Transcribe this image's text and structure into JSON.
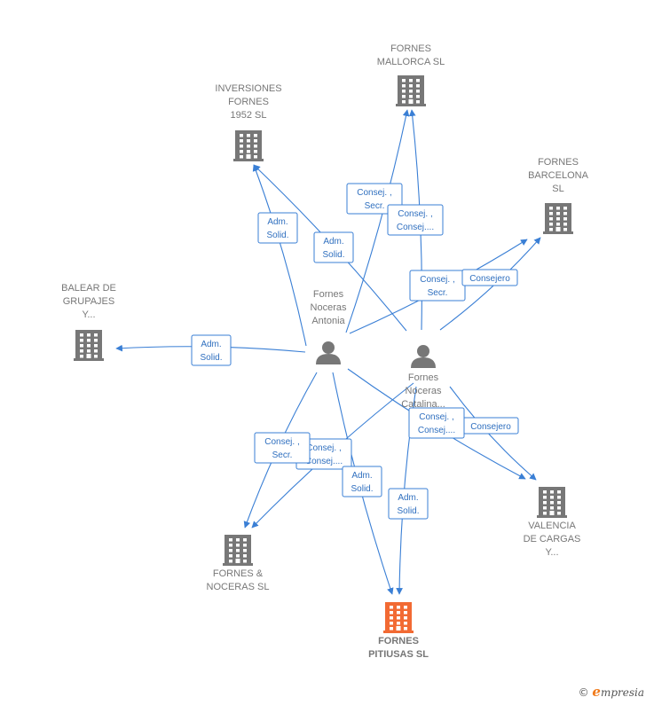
{
  "colors": {
    "edge": "#3a7fd5",
    "company": "#777777",
    "focus_company": "#f26a33",
    "person": "#777777"
  },
  "nodes": [
    {
      "id": "fornes_mallorca",
      "kind": "company",
      "label": [
        "FORNES",
        "MALLORCA  SL"
      ],
      "icon": "building-icon"
    },
    {
      "id": "inversiones",
      "kind": "company",
      "label": [
        "INVERSIONES",
        "FORNES",
        "1952  SL"
      ],
      "icon": "building-icon"
    },
    {
      "id": "fornes_barcelona",
      "kind": "company",
      "label": [
        "FORNES",
        "BARCELONA",
        "SL"
      ],
      "icon": "building-icon"
    },
    {
      "id": "balear",
      "kind": "company",
      "label": [
        "BALEAR DE",
        "GRUPAJES",
        "Y..."
      ],
      "icon": "building-icon"
    },
    {
      "id": "antonia",
      "kind": "person",
      "label": [
        "Fornes",
        "Noceras",
        "Antonia"
      ],
      "icon": "person-icon"
    },
    {
      "id": "catalina",
      "kind": "person",
      "label": [
        "Fornes",
        "Noceras",
        "Catalina..."
      ],
      "icon": "person-icon"
    },
    {
      "id": "valencia",
      "kind": "company",
      "label": [
        "VALENCIA",
        "DE CARGAS",
        "Y..."
      ],
      "icon": "building-icon"
    },
    {
      "id": "fornes_noceras",
      "kind": "company",
      "label": [
        "FORNES &",
        "NOCERAS SL"
      ],
      "icon": "building-icon"
    },
    {
      "id": "pitiusas",
      "kind": "company",
      "focus": true,
      "label": [
        "FORNES",
        "PITIUSAS  SL"
      ],
      "icon": "building-icon"
    }
  ],
  "edges": [
    {
      "from": "antonia",
      "to": "inversiones",
      "label": [
        "Adm.",
        "Solid."
      ]
    },
    {
      "from": "catalina",
      "to": "inversiones",
      "label": [
        "Adm.",
        "Solid."
      ]
    },
    {
      "from": "antonia",
      "to": "fornes_mallorca",
      "label": [
        "Consej. ,",
        "Secr."
      ]
    },
    {
      "from": "catalina",
      "to": "fornes_mallorca",
      "label": [
        "Consej. ,",
        "Consej...."
      ]
    },
    {
      "from": "antonia",
      "to": "fornes_barcelona",
      "label": [
        "Consej. ,",
        "Secr."
      ]
    },
    {
      "from": "catalina",
      "to": "fornes_barcelona",
      "label": [
        "Consejero"
      ]
    },
    {
      "from": "antonia",
      "to": "balear",
      "label": [
        "Adm.",
        "Solid."
      ]
    },
    {
      "from": "antonia",
      "to": "valencia",
      "label": [
        "Consej. ,",
        "Consej...."
      ]
    },
    {
      "from": "catalina",
      "to": "valencia",
      "label": [
        "Consejero"
      ]
    },
    {
      "from": "antonia",
      "to": "fornes_noceras",
      "label": [
        "Consej. ,",
        "Secr."
      ]
    },
    {
      "from": "catalina",
      "to": "fornes_noceras",
      "label": [
        "Consej. ,",
        "Consej...."
      ]
    },
    {
      "from": "antonia",
      "to": "pitiusas",
      "label": [
        "Adm.",
        "Solid."
      ]
    },
    {
      "from": "catalina",
      "to": "pitiusas",
      "label": [
        "Adm.",
        "Solid."
      ]
    }
  ],
  "brand": {
    "copyright": "©",
    "initial": "e",
    "rest": "mpresia"
  }
}
